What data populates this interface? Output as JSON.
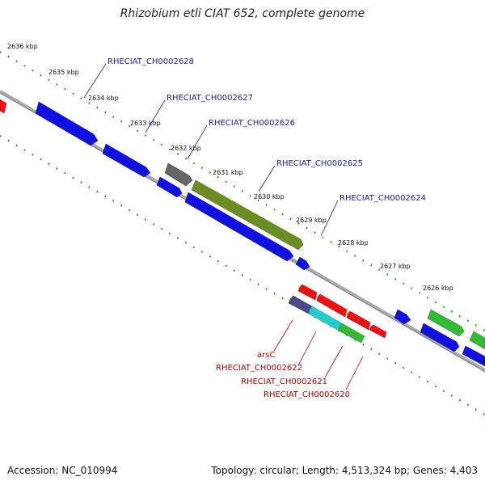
{
  "title": "Rhizobium etli CIAT 652, complete genome",
  "footer": {
    "accession": "Accession: NC_010994",
    "topology": "Topology: circular; Length: 4,513,324 bp; Genes: 4,403"
  },
  "ticks": [
    "2636 kbp",
    "2635 kbp",
    "2634 kbp",
    "2633 kbp",
    "2632 kbp",
    "2631 kbp",
    "2630 kbp",
    "2629 kbp",
    "2628 kbp",
    "2627 kbp",
    "2626 kbp"
  ],
  "gene_labels": {
    "forward": [
      "RHECIAT_CH0002628",
      "RHECIAT_CH0002627",
      "RHECIAT_CH0002626",
      "RHECIAT_CH0002625",
      "RHECIAT_CH0002624"
    ],
    "reverse": [
      "arsC",
      "RHECIAT_CH0002622",
      "RHECIAT_CH0002621",
      "RHECIAT_CH0002620"
    ]
  },
  "colors": {
    "forward_cds": "#1010e0",
    "reverse_cds": "#ee1111",
    "highlight_olive": "#6b8e23",
    "highlight_gray": "#666666",
    "highlight_cyan": "#22cccc",
    "highlight_green": "#33bb33",
    "highlight_slate": "#4a4a8a",
    "backbone": "#888888",
    "tick_green": "#118811"
  }
}
